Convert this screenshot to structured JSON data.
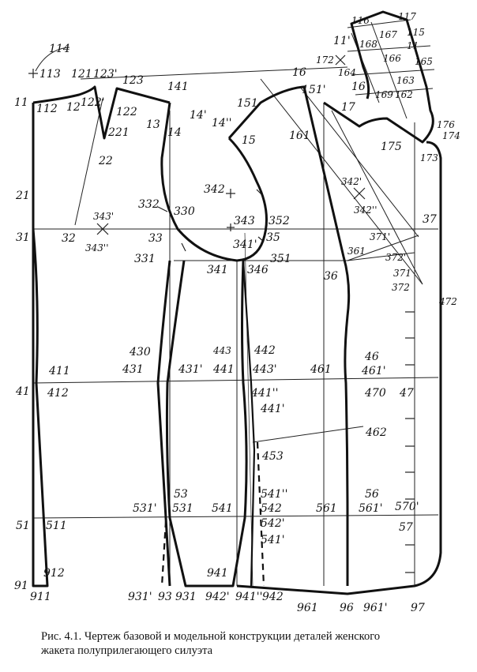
{
  "caption": {
    "line1": "Рис. 4.1. Чертеж базовой и модельной конструкции деталей женского",
    "line2": "жакета полуприлегающего силуэта"
  },
  "labels": {
    "l114": "114",
    "l113": "113",
    "l121": "121",
    "l123p": "123'",
    "l123": "123",
    "l141": "141",
    "l11": "11",
    "l112": "112",
    "l12": "12",
    "l122p": "122'",
    "l122": "122",
    "l13": "13",
    "l14": "14",
    "l14p": "14'",
    "l221": "221",
    "l22": "22",
    "l21": "21",
    "l332": "332",
    "l330": "330",
    "l342": "342",
    "l31": "31",
    "l32": "32",
    "l343p": "343'",
    "l343pp": "343''",
    "l33": "33",
    "l343": "343",
    "l352": "352",
    "l35": "35",
    "l341p": "341'",
    "l331": "331",
    "l341": "341",
    "l346": "346",
    "l351": "351",
    "l151": "151",
    "l14pp": "14''",
    "l15": "15",
    "l16": "16",
    "l151p": "151'",
    "l161": "161",
    "l17": "17",
    "l175": "175",
    "l36": "36",
    "l342p": "342'",
    "l342pp": "342''",
    "l116": "116",
    "l117": "117",
    "l11p": "11'",
    "l167": "167",
    "l168": "168",
    "l115": "115",
    "l11b": "11",
    "l172": "172",
    "l164": "164",
    "l166": "166",
    "l165": "165",
    "l16b": "16",
    "l163": "163",
    "l169": "169",
    "l162": "162",
    "l176": "176",
    "l174": "174",
    "l173": "173",
    "l37": "37",
    "l371p": "371'",
    "l372p": "372'",
    "l361": "361",
    "l371": "371",
    "l372": "372",
    "l472": "472",
    "l430": "430",
    "l443": "443",
    "l442": "442",
    "l46": "46",
    "l411": "411",
    "l431": "431",
    "l431p": "431'",
    "l441": "441",
    "l443p": "443'",
    "l461": "461",
    "l461p": "461'",
    "l41": "41",
    "l412": "412",
    "l441pp": "441''",
    "l441p": "441'",
    "l470": "470",
    "l47": "47",
    "l462": "462",
    "l453": "453",
    "l53": "53",
    "l541pp": "541''",
    "l56": "56",
    "l531p": "531'",
    "l531": "531",
    "l541": "541",
    "l542": "542",
    "l561": "561",
    "l561p": "561'",
    "l570p": "570'",
    "l51": "51",
    "l511": "511",
    "l542p": "542'",
    "l57": "57",
    "l541p": "541'",
    "l912": "912",
    "l941": "941",
    "l91": "91",
    "l911": "911",
    "l931p": "931'",
    "l93": "93",
    "l931": "931",
    "l942p": "942'",
    "l941pp": "941''",
    "l942": "942",
    "l961": "961",
    "l96": "96",
    "l961p": "961'",
    "l97": "97"
  }
}
